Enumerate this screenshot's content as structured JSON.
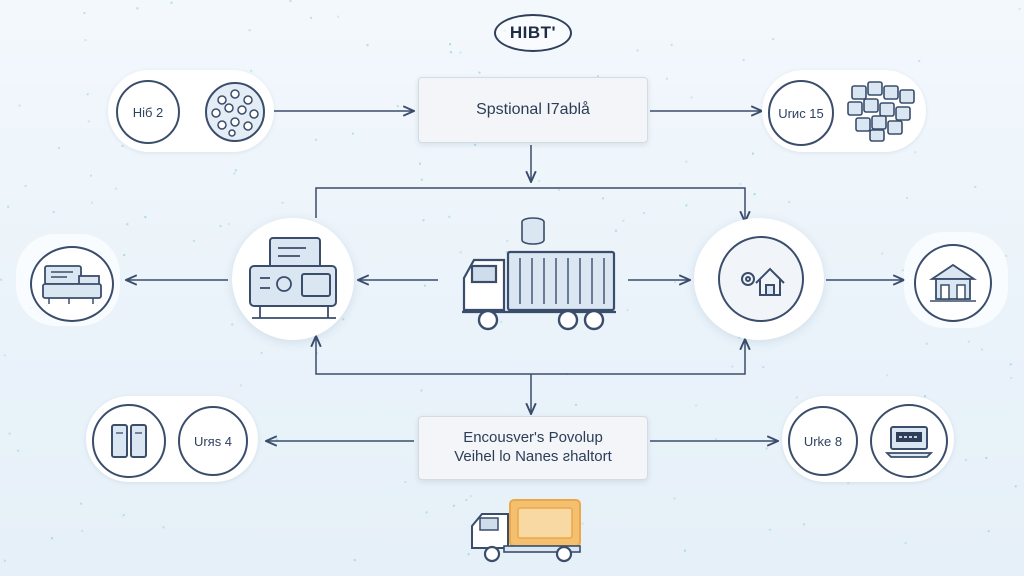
{
  "logo": {
    "text": "HIBT'"
  },
  "top_box": {
    "label": "Spstional I7ablå"
  },
  "bottom_box": {
    "line1": "Encousver's Povolup",
    "line2": "Veihel lo Nanes ƨhaltort"
  },
  "nodes": {
    "top_left": {
      "label": "Hiб 2",
      "icon": "network-globe-icon"
    },
    "top_right": {
      "label": "Urис 15",
      "icon": "stacked-cubes-icon"
    },
    "mid_left": {
      "icon": "factory-machine-icon"
    },
    "mid_left_outer": {
      "icon": "production-line-icon"
    },
    "center": {
      "icon": "container-truck-icon",
      "top_icon": "database-stack-icon"
    },
    "mid_right": {
      "icon": "home-settings-icon"
    },
    "mid_right_outer": {
      "icon": "warehouse-icon"
    },
    "bottom_left": {
      "label": "Urяs 4",
      "icon": "document-panels-icon"
    },
    "bottom_right": {
      "label": "Urke 8",
      "icon": "laptop-icon"
    },
    "bottom_truck": {
      "icon": "delivery-truck-icon"
    }
  },
  "colors": {
    "line": "#3a4d6b",
    "accent": "#e9a94a",
    "dots": "#8fd3d6"
  }
}
